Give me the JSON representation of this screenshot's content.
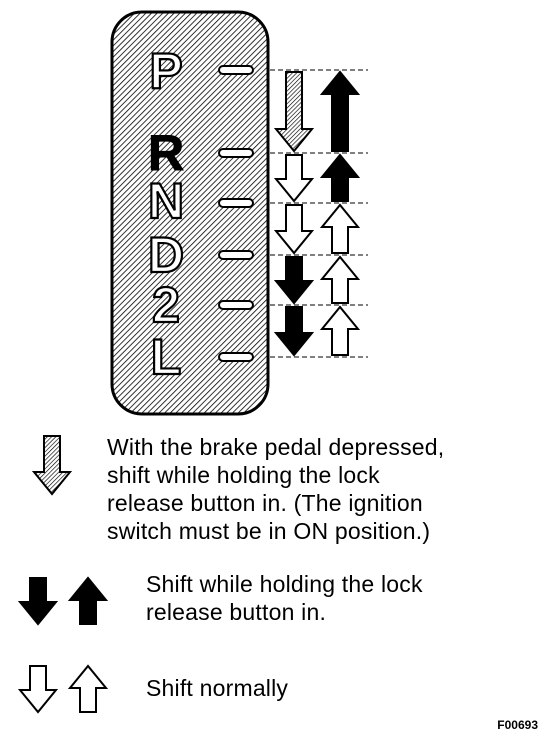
{
  "shift_positions": [
    {
      "label": "P",
      "bold": false
    },
    {
      "label": "R",
      "bold": true
    },
    {
      "label": "N",
      "bold": false
    },
    {
      "label": "D",
      "bold": false
    },
    {
      "label": "2",
      "bold": false
    },
    {
      "label": "L",
      "bold": false
    }
  ],
  "transitions": [
    {
      "from": "P",
      "to": "R",
      "down": "hatched",
      "up": "solid"
    },
    {
      "from": "R",
      "to": "N",
      "down": "outline",
      "up": "solid"
    },
    {
      "from": "N",
      "to": "D",
      "down": "outline",
      "up": "outline"
    },
    {
      "from": "D",
      "to": "2",
      "down": "solid",
      "up": "outline"
    },
    {
      "from": "2",
      "to": "L",
      "down": "solid",
      "up": "outline"
    }
  ],
  "legend": [
    {
      "icon": "hatched-arrow",
      "text": "With the brake pedal depressed,\nshift while holding the lock\nrelease button in. (The ignition\nswitch must be in ON position.)"
    },
    {
      "icon": "solid-arrows",
      "text": "Shift while holding the lock\nrelease button in."
    },
    {
      "icon": "outline-arrows",
      "text": "Shift normally"
    }
  ],
  "figure_id": "F00693"
}
